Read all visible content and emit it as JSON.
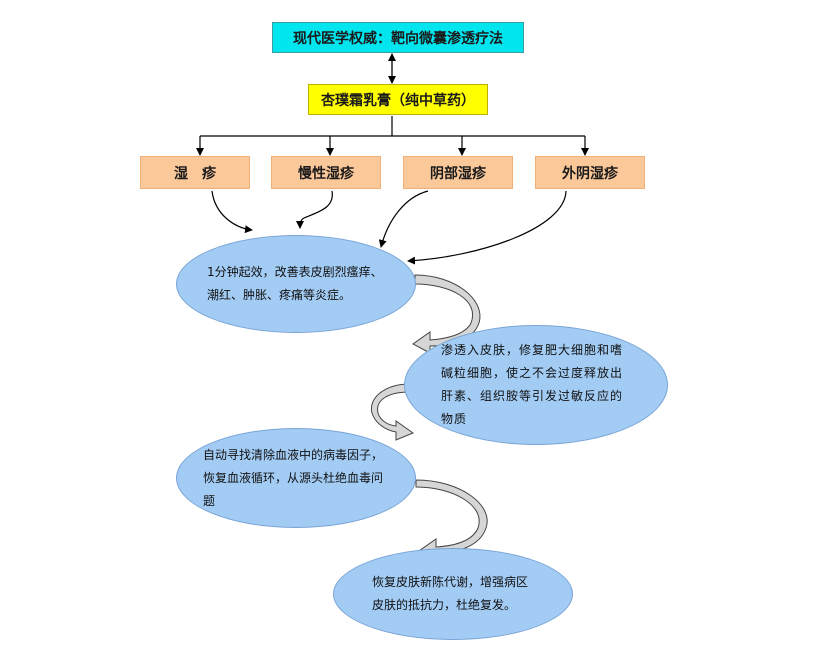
{
  "top_box": {
    "label": "现代医学权威：靶向微囊渗透疗法"
  },
  "product_box": {
    "label": "杏璞霜乳膏（纯中草药）"
  },
  "categories": [
    {
      "label": "湿　疹"
    },
    {
      "label": "慢性湿疹"
    },
    {
      "label": "阴部湿疹"
    },
    {
      "label": "外阴湿疹"
    }
  ],
  "steps": [
    {
      "text": "1分钟起效，改善表皮剧烈瘙痒、潮红、肿胀、疼痛等炎症。"
    },
    {
      "text": "渗透入皮肤，修复肥大细胞和嗜碱粒细胞，使之不会过度释放出肝素、组织胺等引发过敏反应的物质"
    },
    {
      "text": "自动寻找清除血液中的病毒因子，恢复血液循环，从源头杜绝血毒问题"
    },
    {
      "text": "恢复皮肤新陈代谢，增强病区皮肤的抵抗力，杜绝复发。"
    }
  ],
  "colors": {
    "top_box": "#00e5ee",
    "product_box": "#ffff00",
    "category_box": "#fbc89a",
    "ellipse": "#a3ccf5",
    "ellipse_border": "#7aa4d6",
    "curved_arrow": "#d6d6d6"
  }
}
